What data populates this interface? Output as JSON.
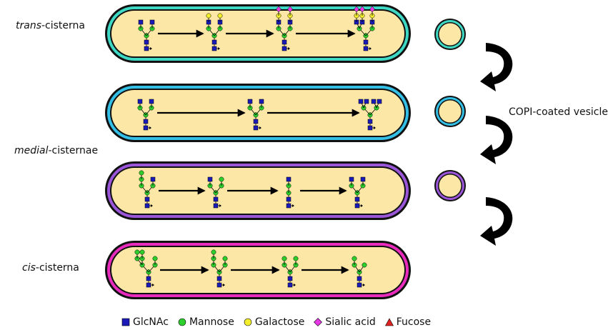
{
  "labels": {
    "trans": {
      "prefix": "trans",
      "suffix": "-cisterna"
    },
    "medial": {
      "prefix": "medial",
      "suffix": "-cisternae"
    },
    "cis": {
      "prefix": "cis",
      "suffix": "-cisterna"
    },
    "vesicles": "COPI-coated vesicles"
  },
  "colors": {
    "lumen": "#fde7a6",
    "trans": "#3dd9c4",
    "medial_upper": "#33bfe6",
    "medial_lower": "#9a55d8",
    "cis": "#e92bbd",
    "glcnac": "#1a1ab8",
    "mannose": "#2ccf2c",
    "galactose": "#f3ef2a",
    "sialic": "#e637e6",
    "fucose": "#e02222"
  },
  "legend": [
    {
      "shape": "square",
      "color": "#1a1ab8",
      "label": "GlcNAc"
    },
    {
      "shape": "circle",
      "color": "#2ccf2c",
      "label": "Mannose"
    },
    {
      "shape": "circle",
      "color": "#f3ef2a",
      "label": "Galactose"
    },
    {
      "shape": "diamond",
      "color": "#e637e6",
      "label": "Sialic acid"
    },
    {
      "shape": "triangle",
      "color": "#e02222",
      "label": "Fucose"
    }
  ],
  "cisternae": [
    {
      "id": "trans",
      "ring": "trans",
      "glycans": [
        "biant-glcnac",
        "biant-gal",
        "biant-sia",
        "triant-sia"
      ]
    },
    {
      "id": "medial-upper",
      "ring": "medial_upper",
      "glycans": [
        "biant-glcnac",
        "biant-glcnac",
        "tetra-glcnac"
      ]
    },
    {
      "id": "medial-lower",
      "ring": "medial_lower",
      "glycans": [
        "hybrid-man",
        "hybrid-glcnac",
        "core-glcnac",
        "biant-glcnac"
      ]
    },
    {
      "id": "cis",
      "ring": "cis",
      "glycans": [
        "man9",
        "man7",
        "man6",
        "man5"
      ]
    }
  ],
  "vesicle_rings": [
    "trans",
    "medial_upper",
    "medial_lower"
  ]
}
